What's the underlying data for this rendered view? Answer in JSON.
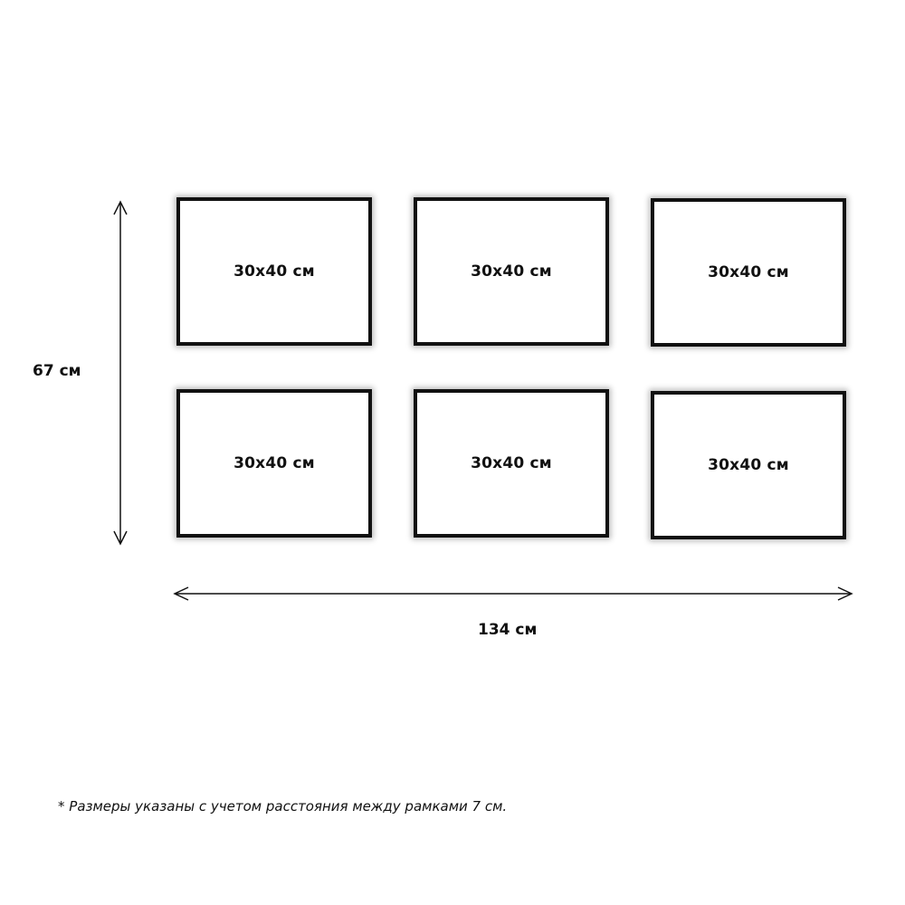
{
  "frames": [
    {
      "label": "30x40 см"
    },
    {
      "label": "30x40 см"
    },
    {
      "label": "30x40 см"
    },
    {
      "label": "30x40 см"
    },
    {
      "label": "30x40 см"
    },
    {
      "label": "30x40 см"
    }
  ],
  "dimensions": {
    "height_label": "67 см",
    "width_label": "134 см"
  },
  "footnote": "* Размеры указаны  с учетом расстояния между рамками 7 см.",
  "colors": {
    "frame_border": "#111111",
    "background": "#ffffff"
  }
}
